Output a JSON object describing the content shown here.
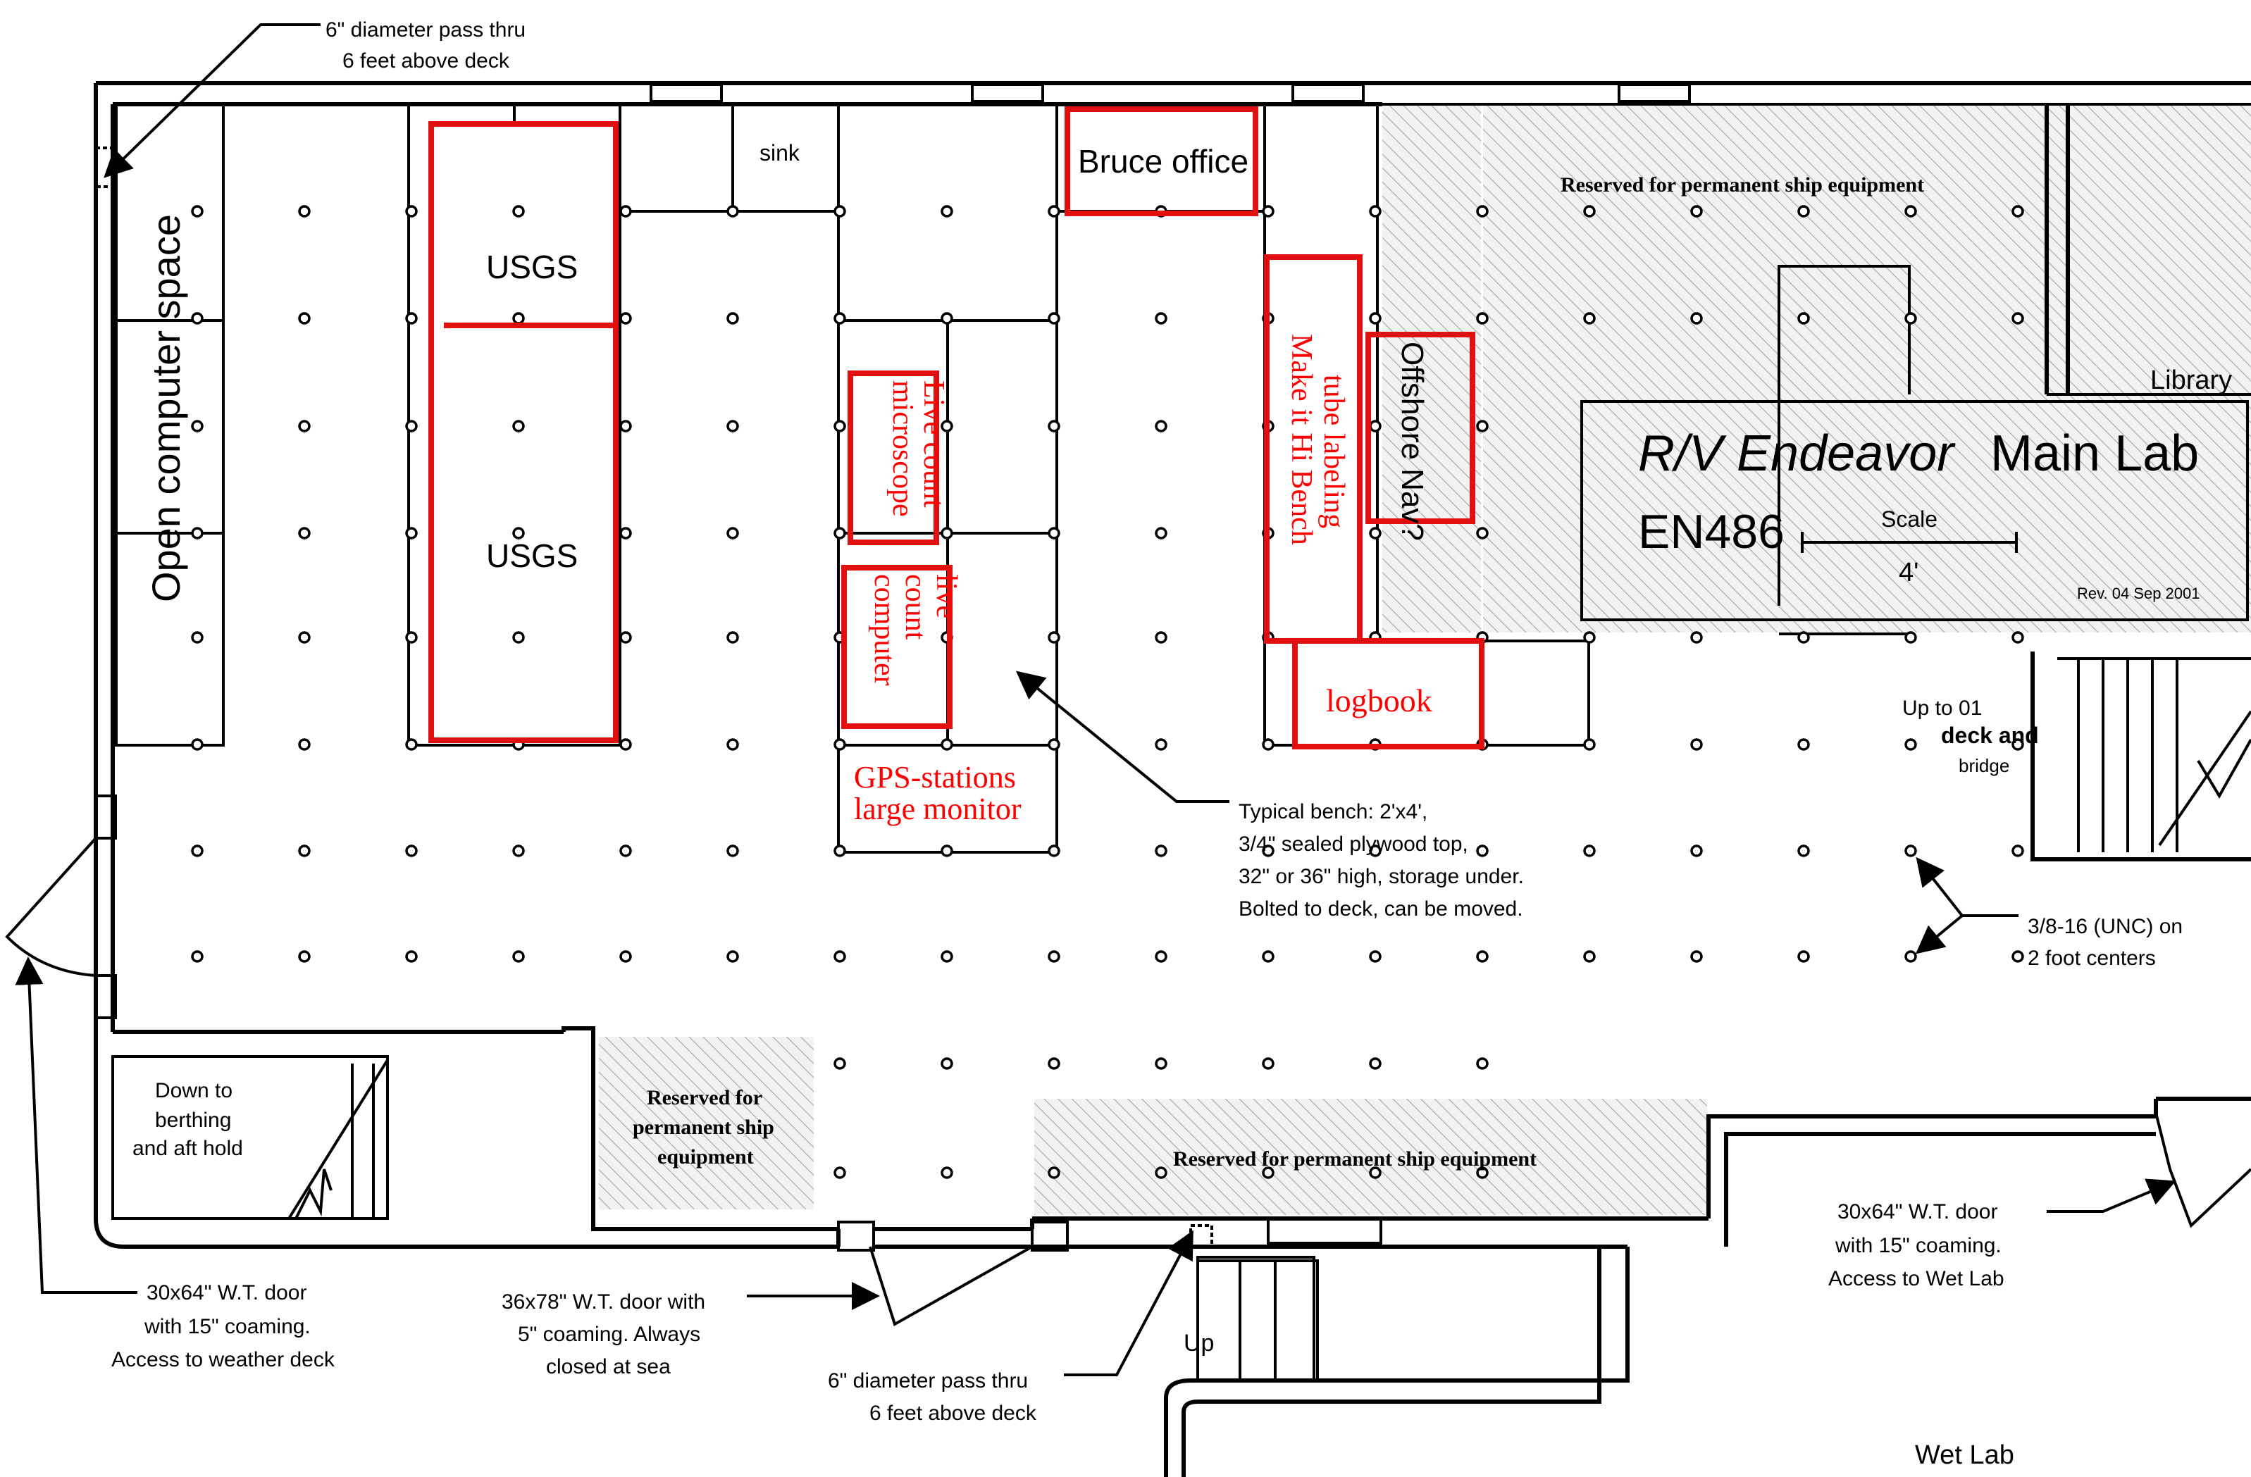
{
  "title": {
    "vessel_italic": "R/V Endeavor",
    "name": "Main Lab",
    "cruise": "EN486",
    "scale_label": "Scale",
    "scale_value": "4'",
    "revision": "Rev. 04 Sep 2001"
  },
  "rooms": {
    "library": "Library",
    "wet_lab": "Wet Lab",
    "sink": "sink"
  },
  "reserved": {
    "top": "Reserved for permanent ship equipment",
    "bottom_left_1": "Reserved for",
    "bottom_left_2": "permanent ship",
    "bottom_left_3": "equipment",
    "bottom_middle": "Reserved for permanent ship equipment"
  },
  "assignments": {
    "open_computer": "Open computer space",
    "usgs_1": "USGS",
    "usgs_2": "USGS",
    "bruce_office": "Bruce office",
    "live_count_microscope_1": "Live count",
    "live_count_microscope_2": "microscope",
    "live_count_computer_1": "live",
    "live_count_computer_2": "count",
    "live_count_computer_3": "computer",
    "gps_1": "GPS-stations",
    "gps_2": "large monitor",
    "tube_labeling_1": "tube labeling",
    "tube_labeling_2": "Make it Hi Bench",
    "offshore_nav": "Offshore Nav?",
    "logbook": "logbook"
  },
  "annotations": {
    "pass_thru_top_1": "6\" diameter pass thru",
    "pass_thru_top_2": "6 feet above deck",
    "bench_1": "Typical bench: 2'x4',",
    "bench_2": "3/4\" sealed plywood top,",
    "bench_3": "32\" or 36\" high, storage under.",
    "bench_4": "Bolted to deck, can be moved.",
    "up_to_01_1": "Up to 01",
    "up_to_01_2": "deck and",
    "up_to_01_3": "bridge",
    "unc_1": "3/8-16 (UNC) on",
    "unc_2": "2 foot centers",
    "down_1": "Down to",
    "down_2": "berthing",
    "down_3": "and aft hold",
    "door_weather_1": "30x64\" W.T. door",
    "door_weather_2": "with 15\" coaming.",
    "door_weather_3": "Access to weather deck",
    "door_36_1": "36x78\" W.T. door with",
    "door_36_2": "5\" coaming. Always",
    "door_36_3": "closed at sea",
    "pass_thru_bottom_1": "6\" diameter pass thru",
    "pass_thru_bottom_2": "6 feet above deck",
    "up": "Up",
    "door_wet_1": "30x64\" W.T. door",
    "door_wet_2": "with 15\" coaming.",
    "door_wet_3": "Access to Wet Lab"
  },
  "colors": {
    "assignment_red": "#ff0000",
    "box_red": "#e01010",
    "hatch_gray": "#b8b8b8"
  }
}
